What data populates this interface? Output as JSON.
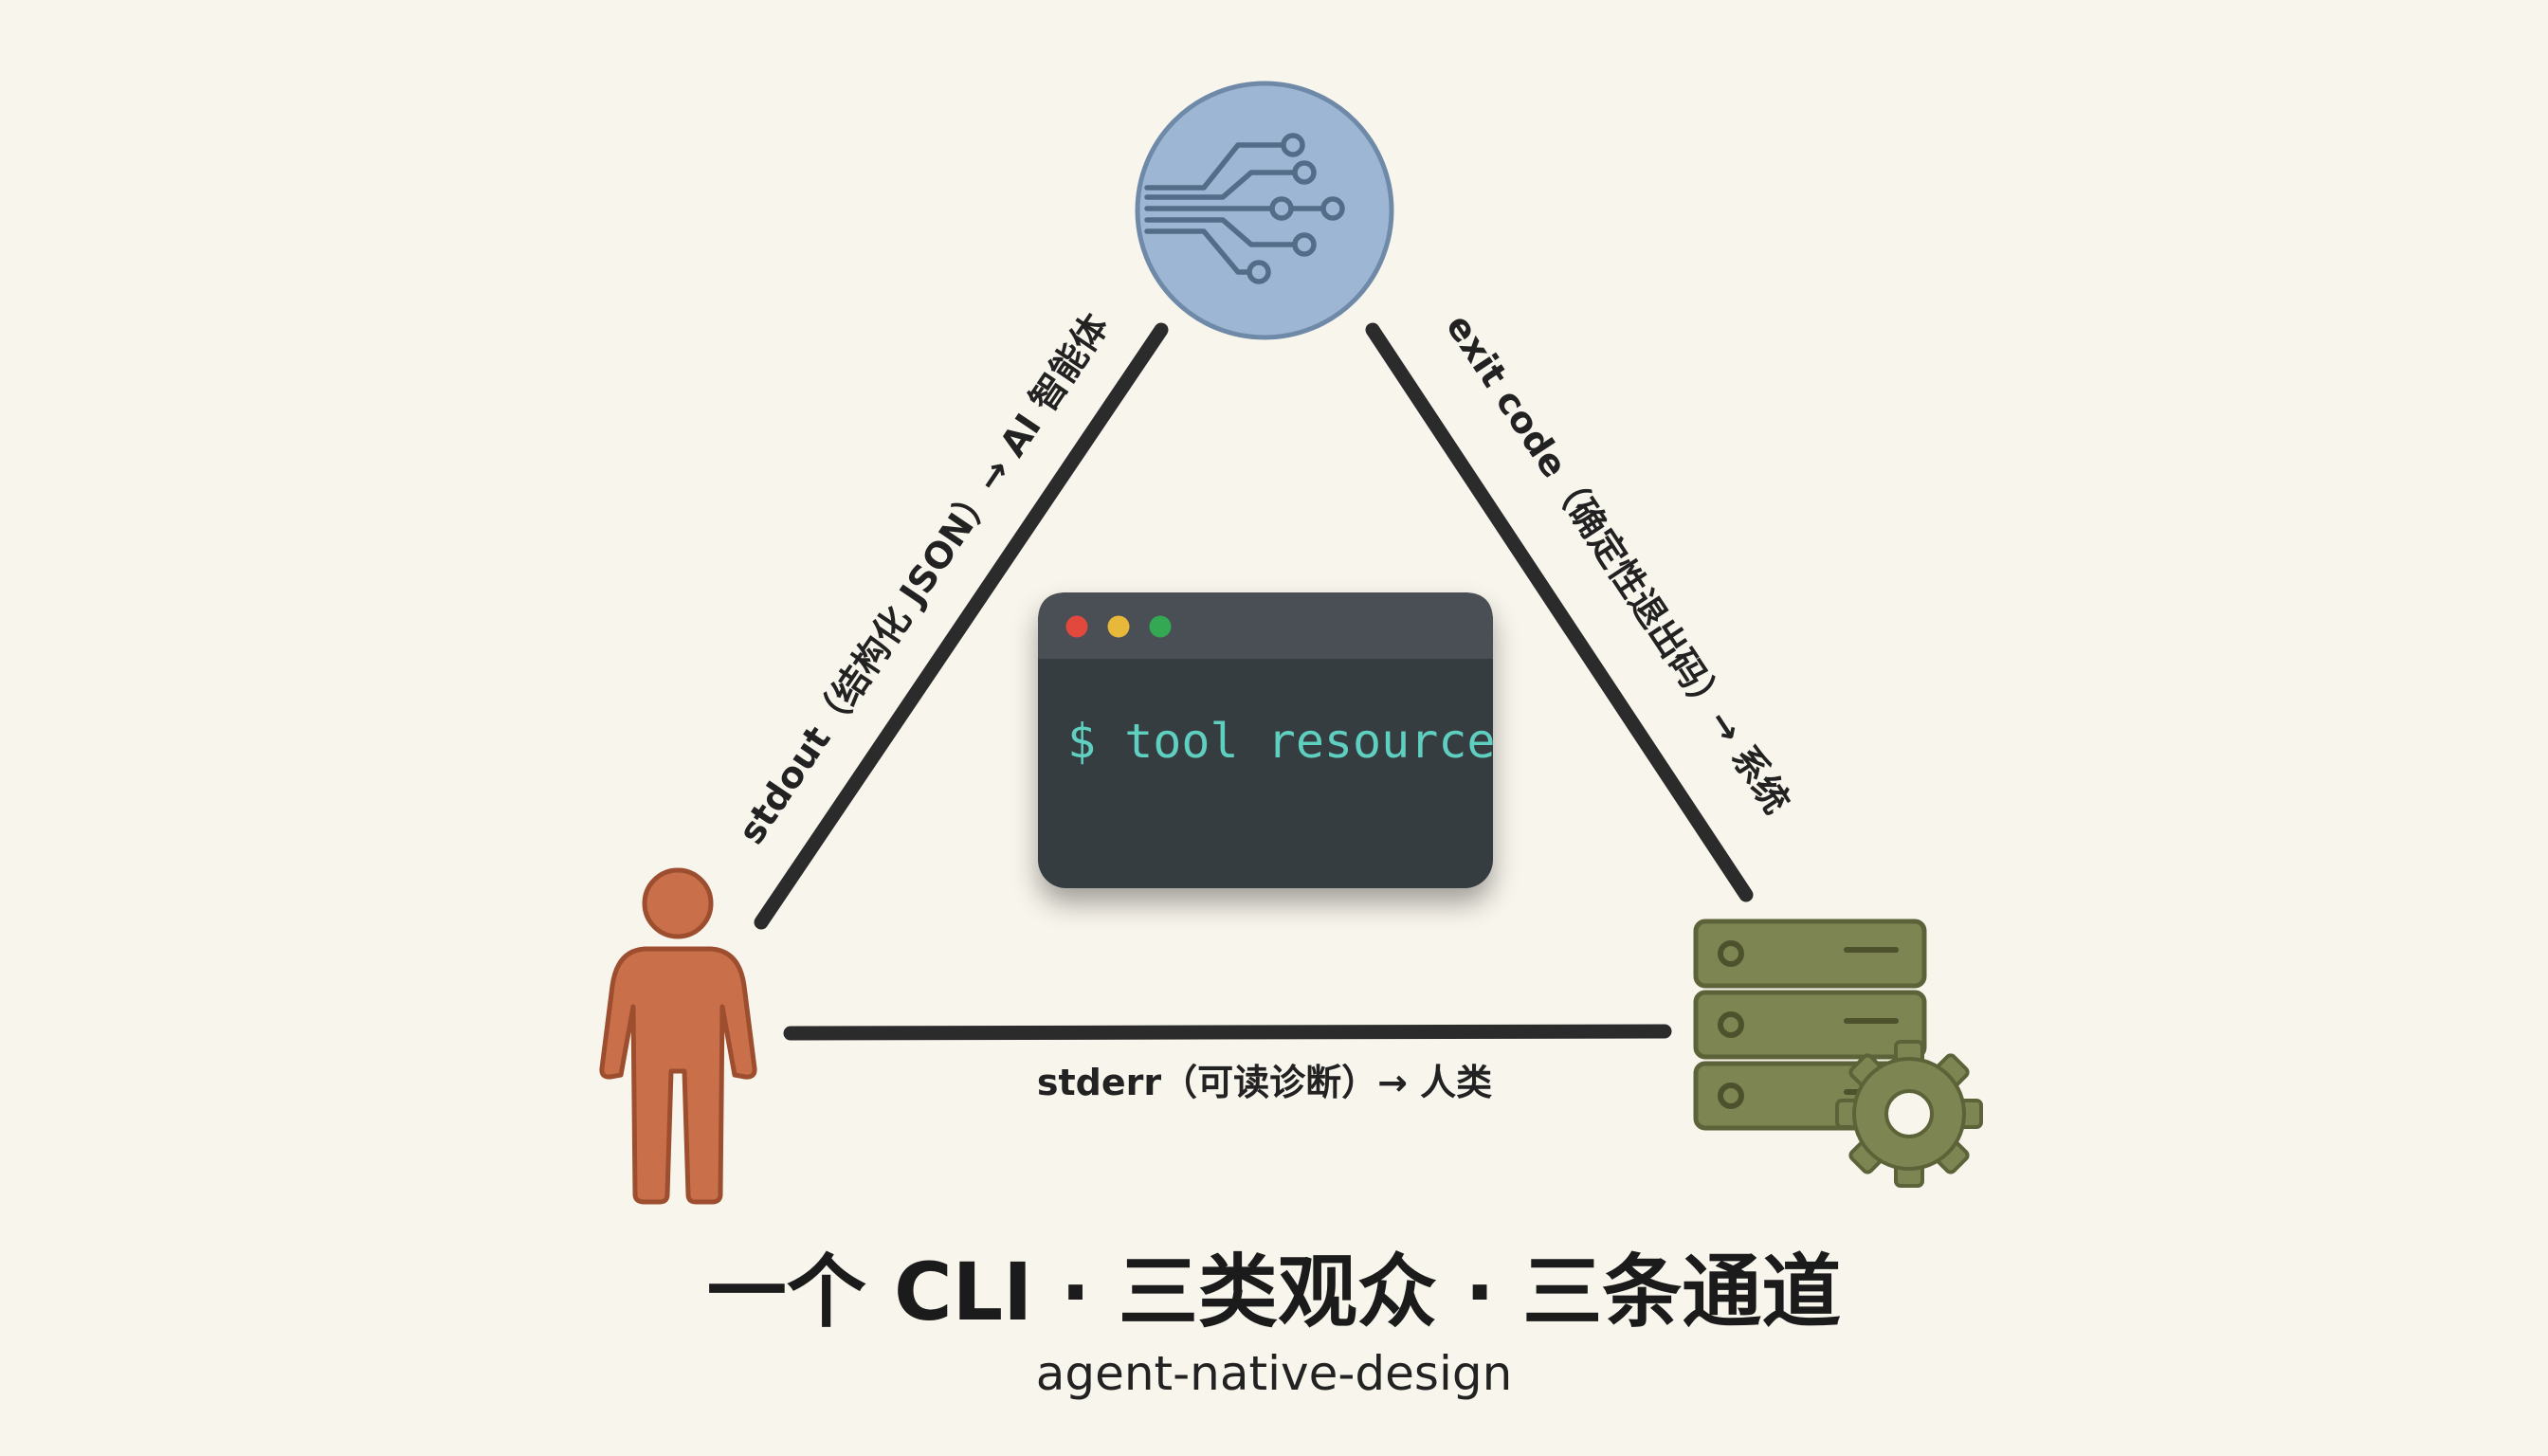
{
  "diagram": {
    "title": "一个 CLI · 三类观众 · 三条通道",
    "subtitle": "agent-native-design",
    "terminal": {
      "command": "$ tool resource"
    },
    "nodes": {
      "agent": {
        "icon": "ai-circuit-icon"
      },
      "human": {
        "icon": "person-icon"
      },
      "system": {
        "icon": "server-gear-icon"
      }
    },
    "edges": {
      "stdout": "stdout（结构化 JSON）→ AI 智能体",
      "exit_code": "exit code（确定性退出码）→ 系统",
      "stderr": "stderr（可读诊断）→ 人类"
    },
    "colors": {
      "background": "#f8f5ec",
      "agent": "#9db6d3",
      "human": "#c9704a",
      "system": "#7d8552",
      "terminal_body": "#363c40",
      "terminal_text": "#5fd0c0",
      "line": "#2b2b2b"
    }
  }
}
